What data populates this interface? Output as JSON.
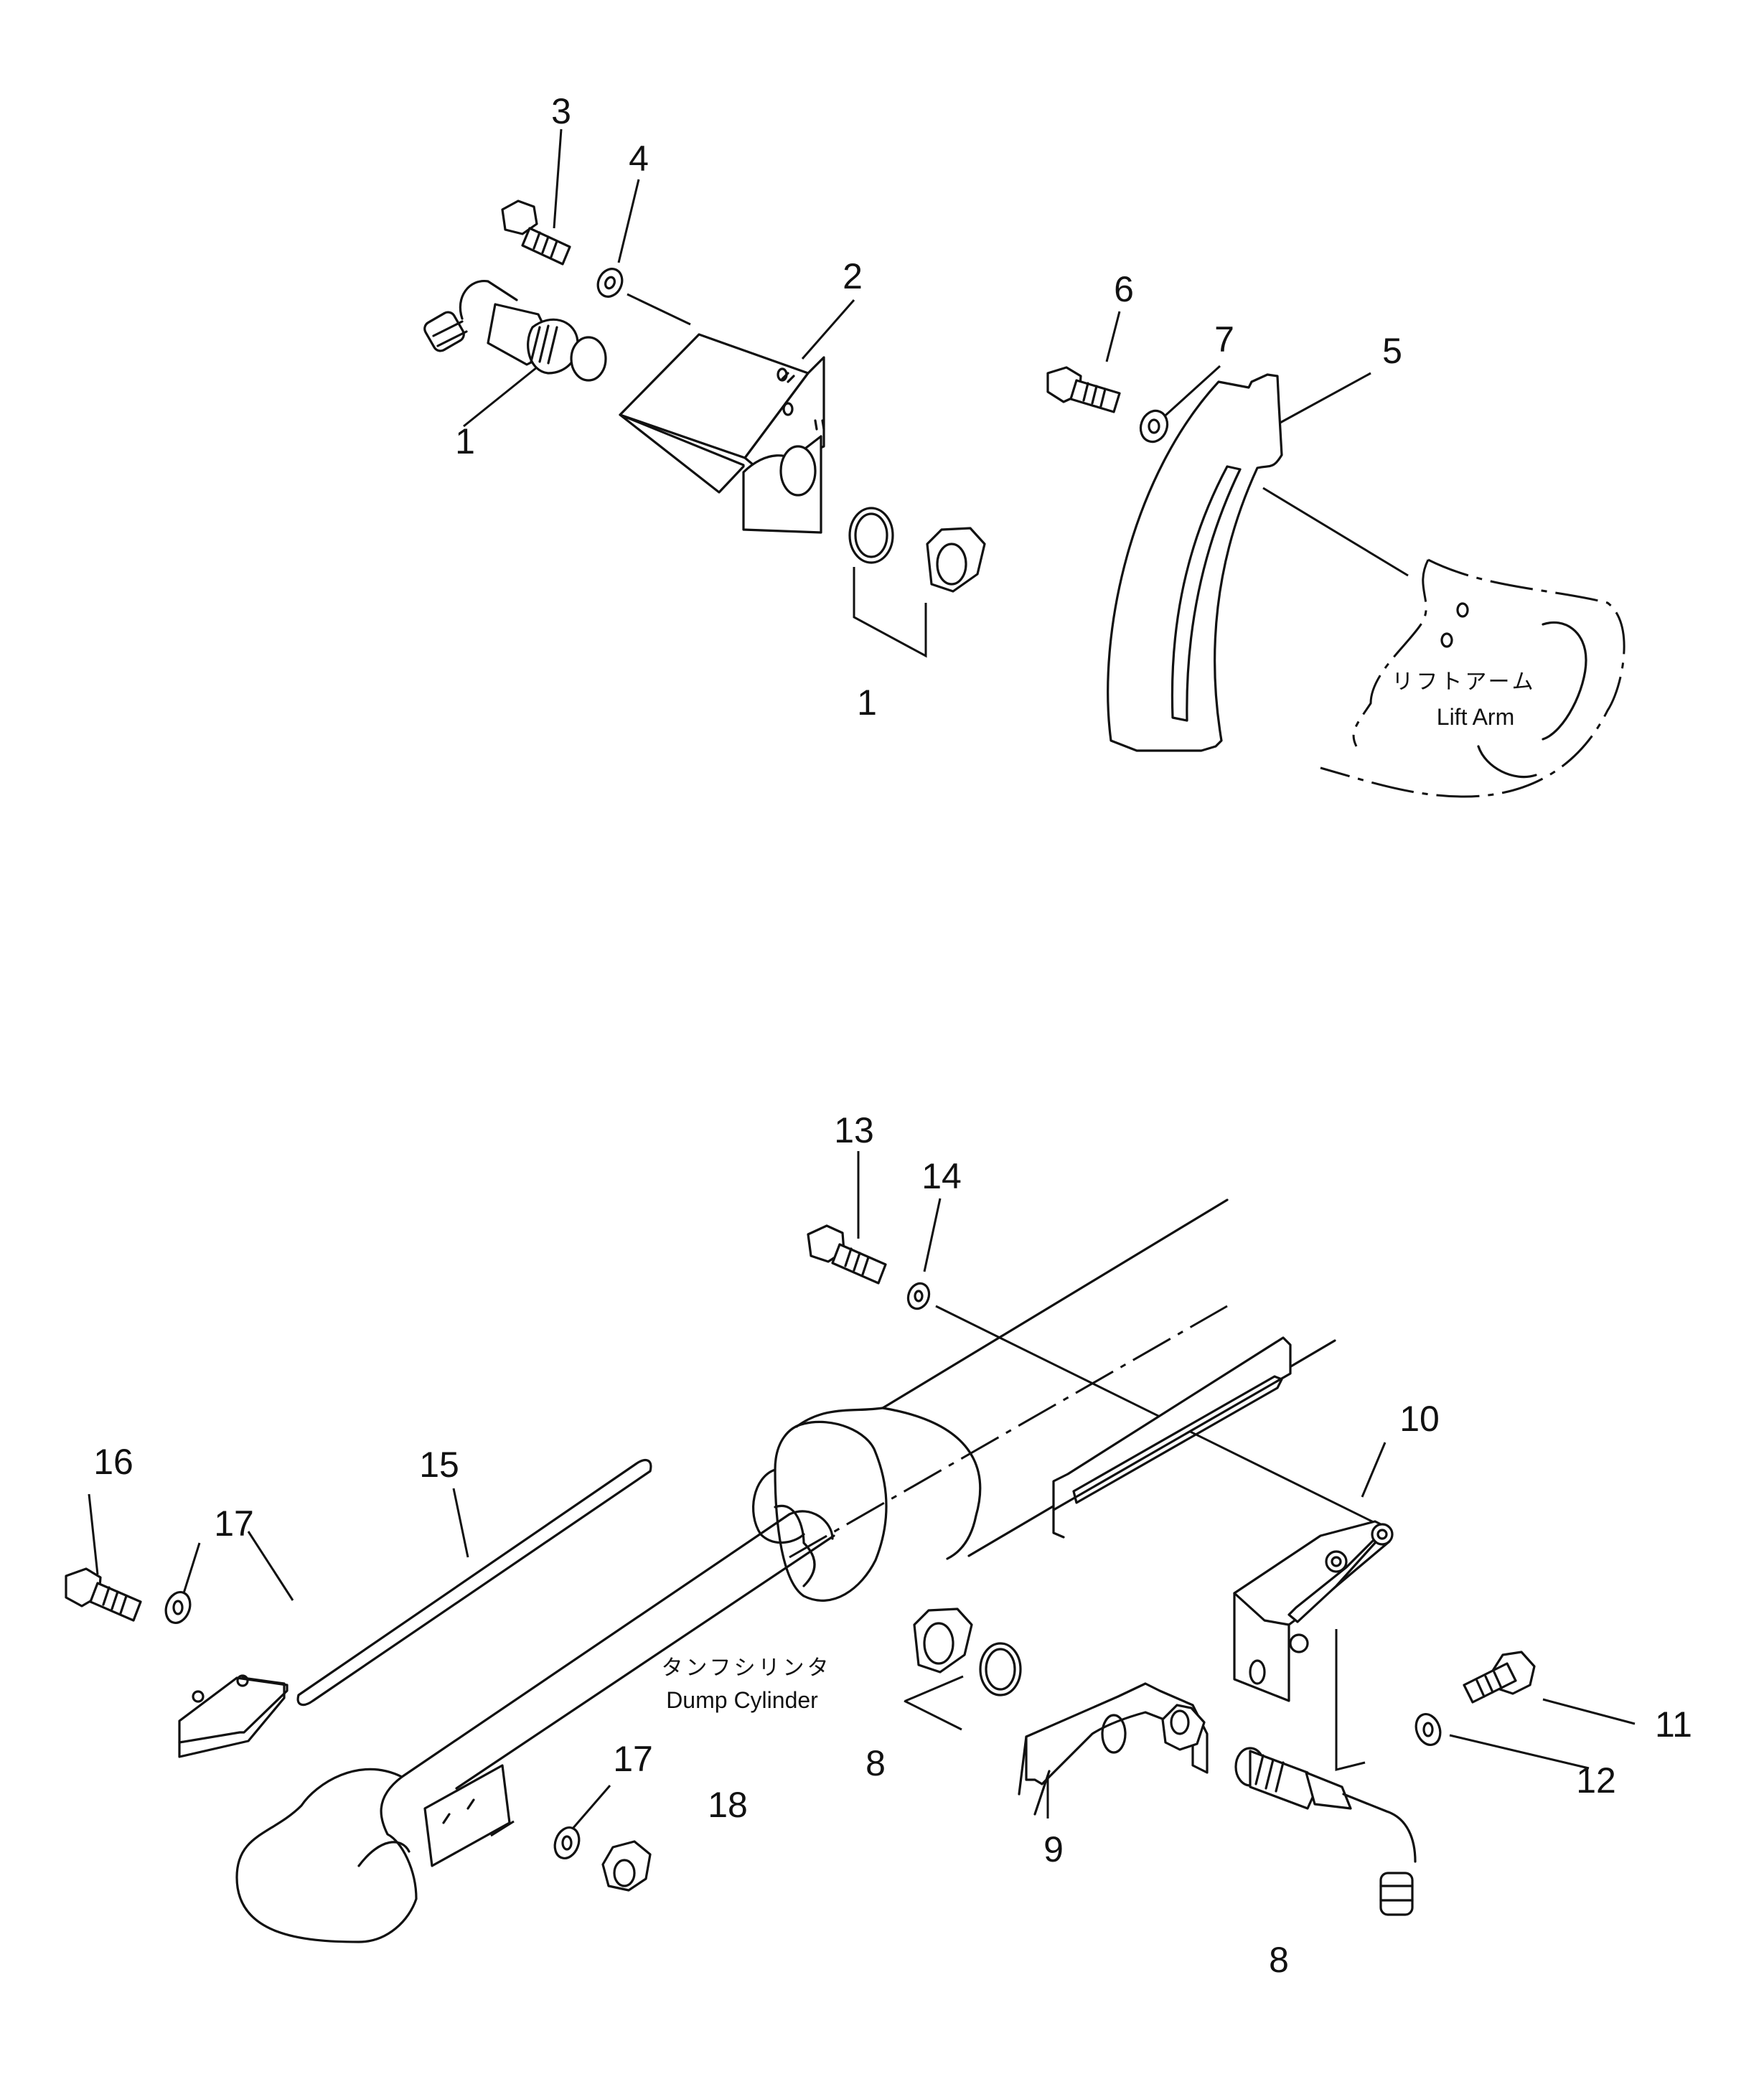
{
  "callouts": [
    {
      "id": "c1a",
      "text": "1"
    },
    {
      "id": "c1b",
      "text": "1"
    },
    {
      "id": "c2",
      "text": "2"
    },
    {
      "id": "c3",
      "text": "3"
    },
    {
      "id": "c4",
      "text": "4"
    },
    {
      "id": "c5",
      "text": "5"
    },
    {
      "id": "c6",
      "text": "6"
    },
    {
      "id": "c7",
      "text": "7"
    },
    {
      "id": "c8a",
      "text": "8"
    },
    {
      "id": "c8b",
      "text": "8"
    },
    {
      "id": "c9",
      "text": "9"
    },
    {
      "id": "c10",
      "text": "10"
    },
    {
      "id": "c11",
      "text": "11"
    },
    {
      "id": "c12",
      "text": "12"
    },
    {
      "id": "c13",
      "text": "13"
    },
    {
      "id": "c14",
      "text": "14"
    },
    {
      "id": "c15",
      "text": "15"
    },
    {
      "id": "c16",
      "text": "16"
    },
    {
      "id": "c17a",
      "text": "17"
    },
    {
      "id": "c17b",
      "text": "17"
    },
    {
      "id": "c18",
      "text": "18"
    }
  ],
  "captions": {
    "lift_arm_jp": "リフトアーム",
    "lift_arm_en": "Lift Arm",
    "dump_cylinder_jp": "タンフシリンタ",
    "dump_cylinder_en": "Dump Cylinder"
  }
}
